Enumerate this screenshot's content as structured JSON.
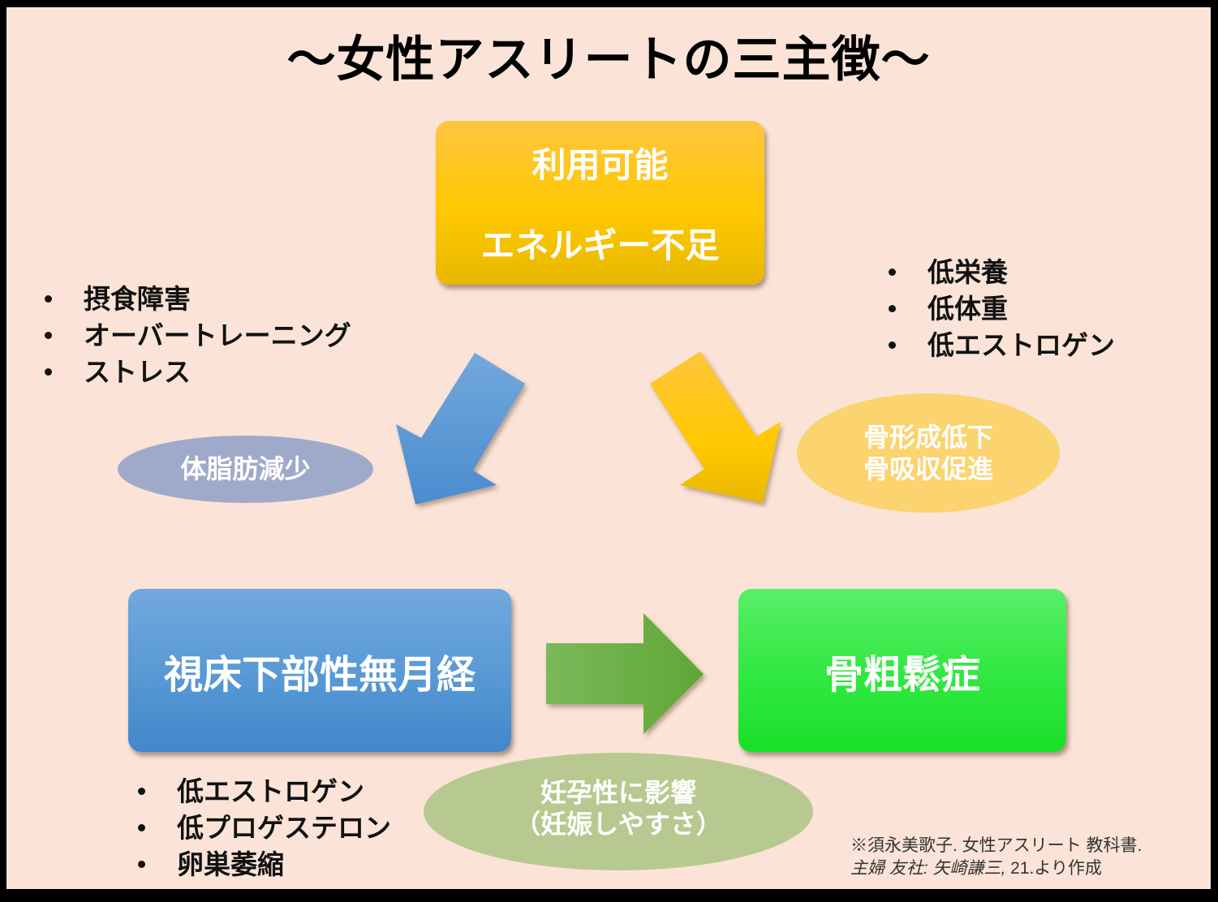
{
  "title": "〜女性アスリートの三主徴〜",
  "boxes": {
    "energy": {
      "line1": "利用可能",
      "line2": "エネルギー不足"
    },
    "amenorrhea": {
      "label": "視床下部性無月経"
    },
    "osteoporosis": {
      "label": "骨粗鬆症"
    }
  },
  "ellipses": {
    "body_fat": {
      "label": "体脂肪減少"
    },
    "bone": {
      "line1": "骨形成低下",
      "line2": "骨吸収促進"
    },
    "fertility": {
      "line1": "妊孕性に影響",
      "line2": "（妊娠しやすさ）"
    }
  },
  "lists": {
    "causes": [
      "摂食障害",
      "オーバートレーニング",
      "ストレス"
    ],
    "energy_effects": [
      "低栄養",
      "低体重",
      "低エストロゲン"
    ],
    "hormones": [
      "低エストロゲン",
      "低プロゲステロン",
      "卵巣萎縮"
    ]
  },
  "citation": {
    "line1": "※須永美歌子. 女性アスリート 教科書.",
    "line2_italic": "主婦 友社: 矢崎謙三,",
    "line2_rest": " 21.より作成"
  },
  "colors": {
    "background": "#fbe4d7",
    "energy_box": "#ffc800",
    "amenorrhea_box": "#5a9ad6",
    "osteoporosis_box": "#33e843",
    "arrow_blue": "#5498d5",
    "arrow_yellow": "#ffc600",
    "arrow_green": "#6aac3c"
  }
}
